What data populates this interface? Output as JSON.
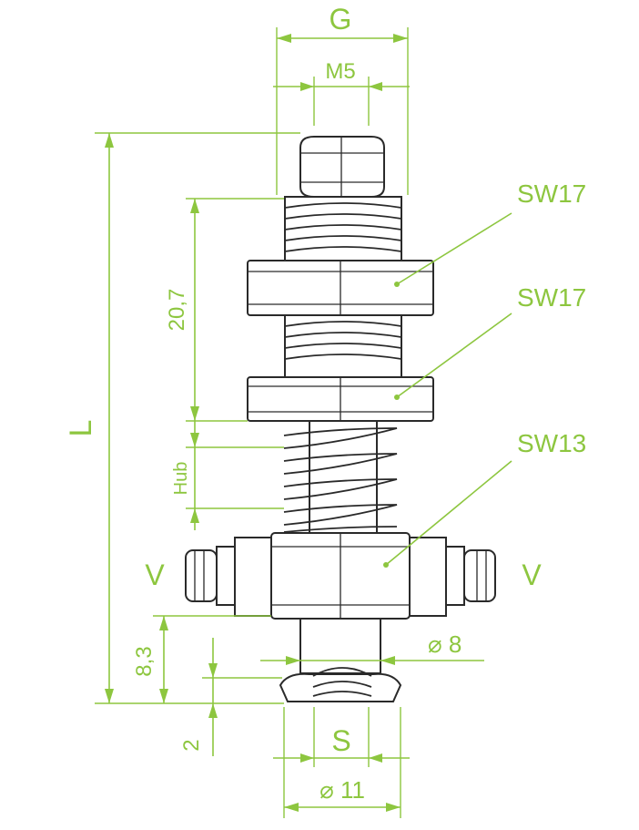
{
  "dimensions": {
    "G": "G",
    "M5": "M5",
    "L": "L",
    "h20_7": "20,7",
    "hub": "Hub",
    "h8_3": "8,3",
    "h2": "2",
    "d8": "⌀ 8",
    "S": "S",
    "d11": "⌀ 11"
  },
  "callouts": {
    "sw17_upper": "SW17",
    "sw17_lower": "SW17",
    "sw13": "SW13"
  },
  "ports": {
    "left": "V",
    "right": "V"
  },
  "colors": {
    "dimension": "#8dc63f",
    "outline": "#2a2a2a"
  }
}
